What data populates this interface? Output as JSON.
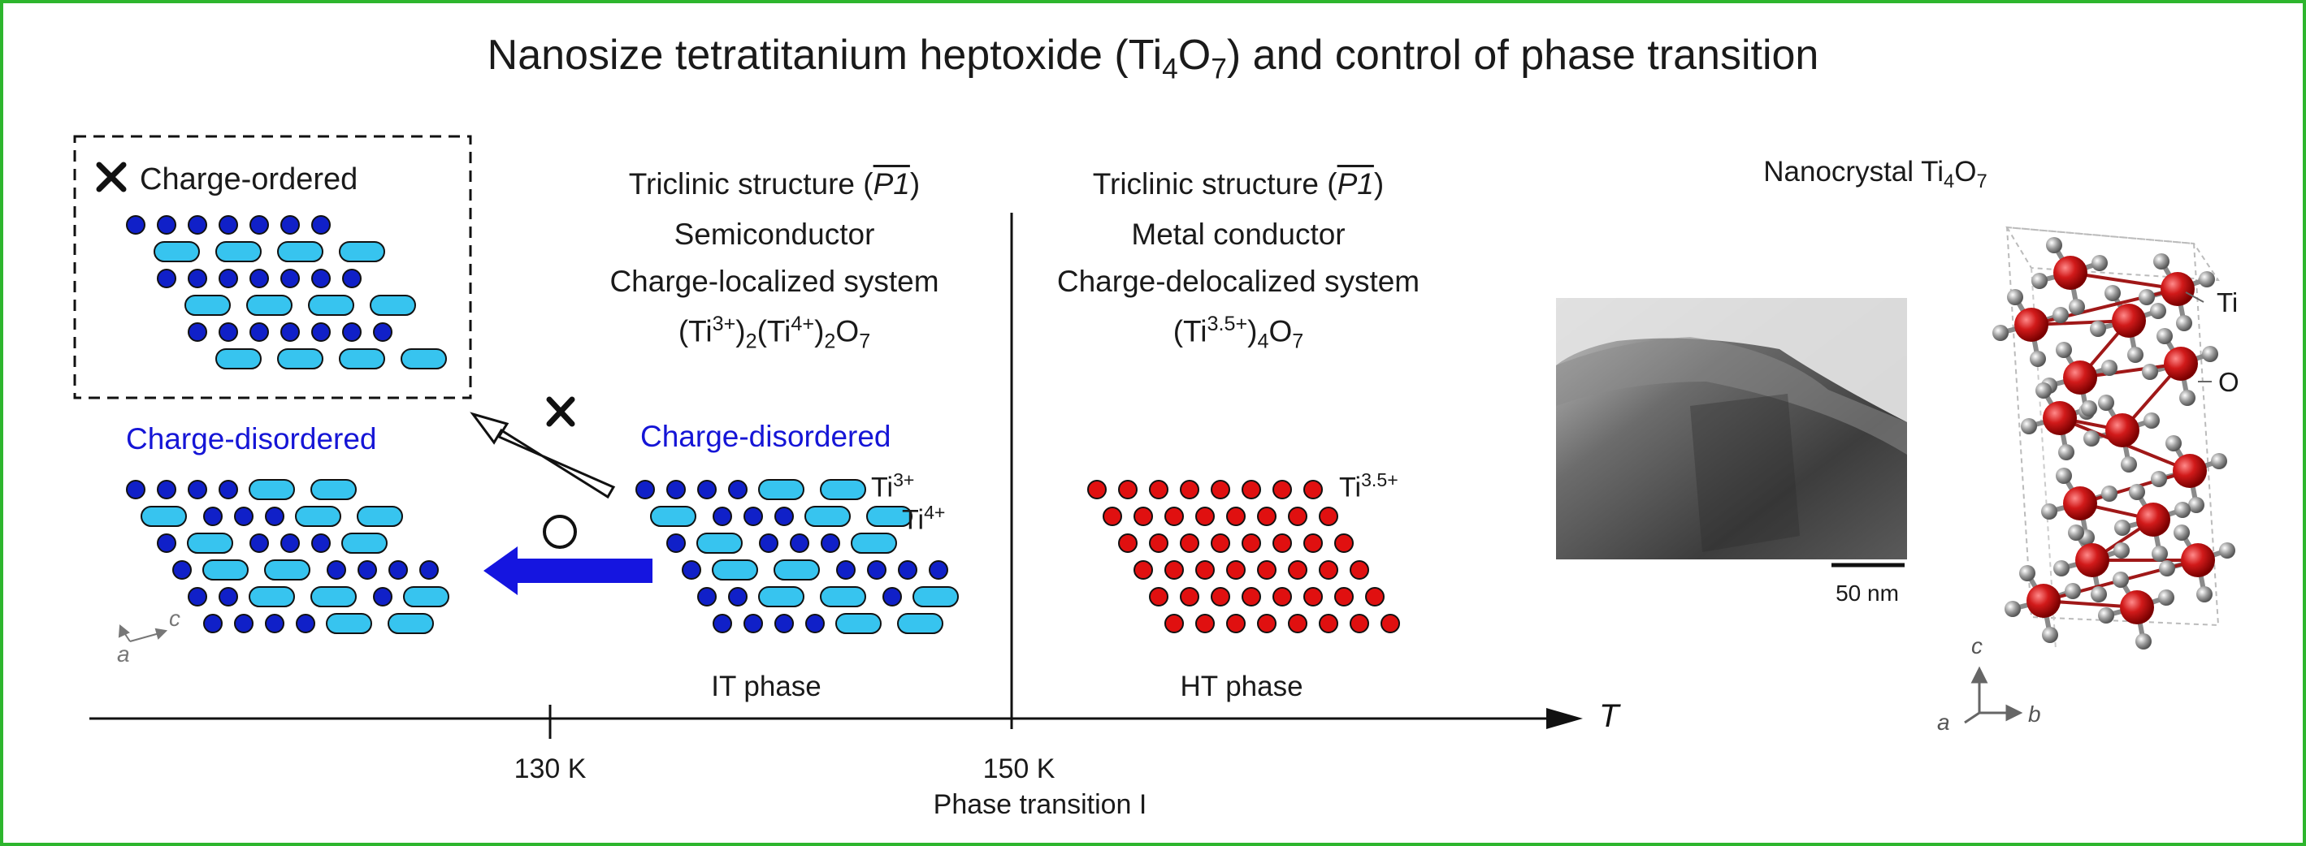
{
  "title": {
    "main": "Nanosize tetratitanium heptoxide (Ti",
    "sub1": "4",
    "mid": "O",
    "sub2": "7",
    "tail": ") and control of phase transition"
  },
  "left_box": {
    "cross_mark": "×",
    "label": "Charge-ordered"
  },
  "charge_disordered_left": "Charge-disordered",
  "charge_disordered_mid": "Charge-disordered",
  "circle_mark_label": "○",
  "cross_mark_arrow": "×",
  "ions": {
    "ti3": "Ti",
    "ti3_sup": "3+",
    "ti4": "Ti",
    "ti4_sup": "4+",
    "ti35": "Ti",
    "ti35_sup": "3.5+"
  },
  "it_column": {
    "structure": "Triclinic structure (",
    "space_group": "P1",
    "structure_tail": ")",
    "property": "Semiconductor",
    "system": "Charge-localized system",
    "formula_a": "(Ti",
    "formula_a_sup": "3+",
    "formula_b": ")",
    "formula_b_sub": "2",
    "formula_c": "(Ti",
    "formula_c_sup": "4+",
    "formula_d": ")",
    "formula_d_sub": "2",
    "formula_e": "O",
    "formula_e_sub": "7",
    "phase": "IT phase"
  },
  "ht_column": {
    "structure": "Triclinic structure (",
    "space_group": "P1",
    "structure_tail": ")",
    "property": "Metal conductor",
    "system": "Charge-delocalized system",
    "formula_a": "(Ti",
    "formula_a_sup": "3.5+",
    "formula_b": ")",
    "formula_b_sub": "4",
    "formula_c": "O",
    "formula_c_sub": "7",
    "phase": "HT phase"
  },
  "nano": {
    "label": "Nanocrystal Ti",
    "label_sub1": "4",
    "label_mid": "O",
    "label_sub2": "7",
    "scale_bar": "50 nm",
    "atom_ti": "Ti",
    "atom_o": "O",
    "axis_c": "c",
    "axis_a": "a",
    "axis_b": "b"
  },
  "left_axes": {
    "c": "c",
    "a": "a"
  },
  "temperature_axis": {
    "label": "T",
    "tick1": "130 K",
    "tick2": "150 K",
    "transition": "Phase transition I"
  },
  "colors": {
    "frame": "#2db52d",
    "ti_dot": "#1020c8",
    "ti_pill": "#37c4ef",
    "ht_dot": "#e01010",
    "arrow": "#1515e0",
    "blue_text": "#1515d6"
  }
}
